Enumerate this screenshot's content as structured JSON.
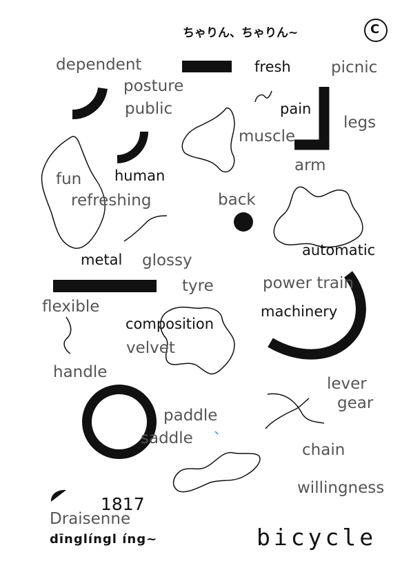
{
  "header": {
    "onomatopoeia_jp": "ちゃりん、ちゃりん~",
    "copyright_symbol": "C"
  },
  "words": {
    "dependent": "dependent",
    "fresh": "fresh",
    "picnic": "picnic",
    "posture": "posture",
    "public": "public",
    "pain": "pain",
    "legs": "legs",
    "muscle": "muscle",
    "arm": "arm",
    "fun": "fun",
    "human": "human",
    "refreshing": "refreshing",
    "back": "back",
    "automatic": "automatic",
    "metal": "metal",
    "glossy": "glossy",
    "tyre": "tyre",
    "power_train": "power train",
    "flexible": "flexible",
    "machinery": "machinery",
    "composition": "composition",
    "velvet": "velvet",
    "handle": "handle",
    "lever": "lever",
    "gear": "gear",
    "paddle": "paddle",
    "saddle": "saddle",
    "chain": "chain",
    "willingness": "willingness"
  },
  "footer": {
    "year": "1817",
    "inventor": "Draisenne",
    "pinyin": "dīnglíngl íng~",
    "title": "bicycle"
  },
  "colors": {
    "ink": "#111111",
    "grey_text": "#555555",
    "accent_blue": "#2a8fc0"
  }
}
